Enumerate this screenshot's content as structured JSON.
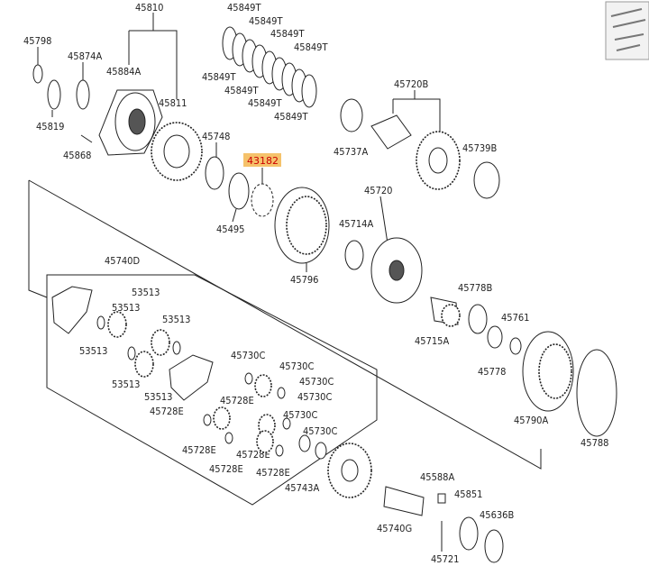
{
  "highlight": {
    "label": "43182",
    "fill": "#f5c26b"
  },
  "labels": {
    "l45810": "45810",
    "l45798": "45798",
    "l45874A": "45874A",
    "l45884A": "45884A",
    "l45811": "45811",
    "l45819": "45819",
    "l45868": "45868",
    "l45748": "45748",
    "l45495": "45495",
    "l45849T": "45849T",
    "l45720B": "45720B",
    "l45737A": "45737A",
    "l45739B": "45739B",
    "l45720": "45720",
    "l45714A": "45714A",
    "l45796": "45796",
    "l45740D": "45740D",
    "l53513": "53513",
    "l45778B": "45778B",
    "l45761": "45761",
    "l45715A": "45715A",
    "l45778": "45778",
    "l45790A": "45790A",
    "l45788": "45788",
    "l45730C": "45730C",
    "l45728E": "45728E",
    "l45743A": "45743A",
    "l45588A": "45588A",
    "l45851": "45851",
    "l45636B": "45636B",
    "l45740G": "45740G",
    "l45721": "45721"
  }
}
